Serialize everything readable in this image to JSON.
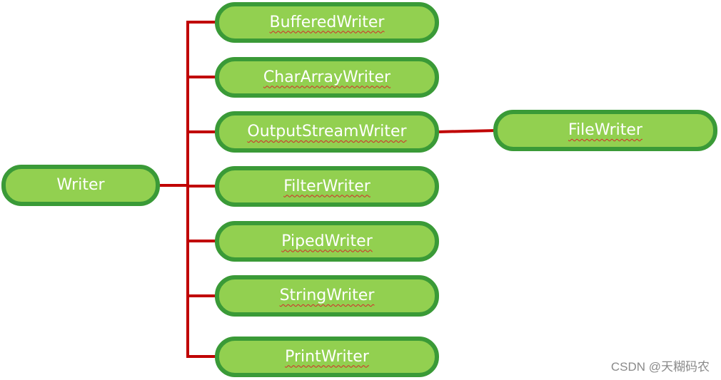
{
  "diagram": {
    "root": {
      "label": "Writer"
    },
    "children": [
      {
        "label": "BufferedWriter"
      },
      {
        "label": "CharArrayWriter"
      },
      {
        "label": "OutputStreamWriter"
      },
      {
        "label": "FilterWriter"
      },
      {
        "label": "PipedWriter"
      },
      {
        "label": "StringWriter"
      },
      {
        "label": "PrintWriter"
      }
    ],
    "grandchild": {
      "label": "FileWriter",
      "parent": "OutputStreamWriter"
    },
    "colors": {
      "connector": "#c00000",
      "node_fill": "#92d050",
      "node_border": "#3a9a37",
      "node_text": "#ffffff",
      "spell_underline": "#d42a2a"
    }
  },
  "watermark": "CSDN @天糊码农"
}
